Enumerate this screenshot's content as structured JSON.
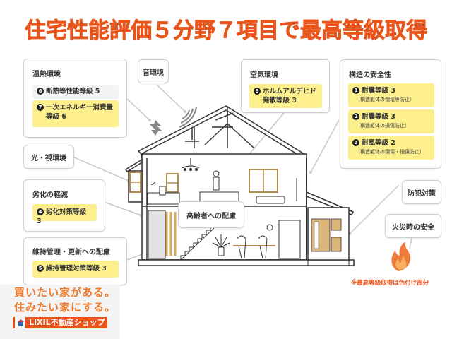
{
  "title": "住宅性能評価５分野７項目で最高等級取得",
  "cards": {
    "thermal": {
      "title": "温熱環境",
      "items": [
        {
          "num": "6",
          "label": "断熱等性能等級 5",
          "highlight": false
        },
        {
          "num": "7",
          "label": "一次エネルギー消費量",
          "label2": "等級 6",
          "highlight": true
        }
      ]
    },
    "sound": {
      "title": "音環境"
    },
    "air": {
      "title": "空気環境",
      "items": [
        {
          "num": "8",
          "label": "ホルムアルデヒド",
          "label2": "発散等級 3",
          "highlight": true
        }
      ]
    },
    "structure": {
      "title": "構造の安全性",
      "items": [
        {
          "num": "1",
          "label": "耐震等級 3",
          "sub": "（構造躯体の倒壊等防止）",
          "highlight": true
        },
        {
          "num": "2",
          "label": "耐震等級 3",
          "sub": "（構造躯体の損傷防止）",
          "highlight": true
        },
        {
          "num": "3",
          "label": "耐風等級 2",
          "sub": "（構造躯体の倒壊・損傷防止）",
          "highlight": true
        }
      ]
    },
    "light": {
      "title": "光・視環境"
    },
    "deterioration": {
      "title": "劣化の軽減",
      "items": [
        {
          "num": "4",
          "label": "劣化対策等級 3",
          "highlight": true
        }
      ]
    },
    "maintenance": {
      "title": "維持管理・更新への配慮",
      "items": [
        {
          "num": "5",
          "label": "維持管理対策等級 3",
          "highlight": true
        }
      ]
    },
    "elderly": {
      "title": "高齢者への配慮"
    },
    "crime": {
      "title": "防犯対策"
    },
    "fire": {
      "title": "火災時の安全"
    }
  },
  "note": "※最高等級取得は色付け部分",
  "brand": {
    "slogan1": "買いたい家がある。",
    "slogan2": "住みたい家にする。",
    "logo": "LIXIL不動産ショップ"
  },
  "colors": {
    "accent": "#e8541a",
    "highlight": "#fdf08c",
    "slogan": "#ee7a2b",
    "wood": "#dcb57a"
  }
}
